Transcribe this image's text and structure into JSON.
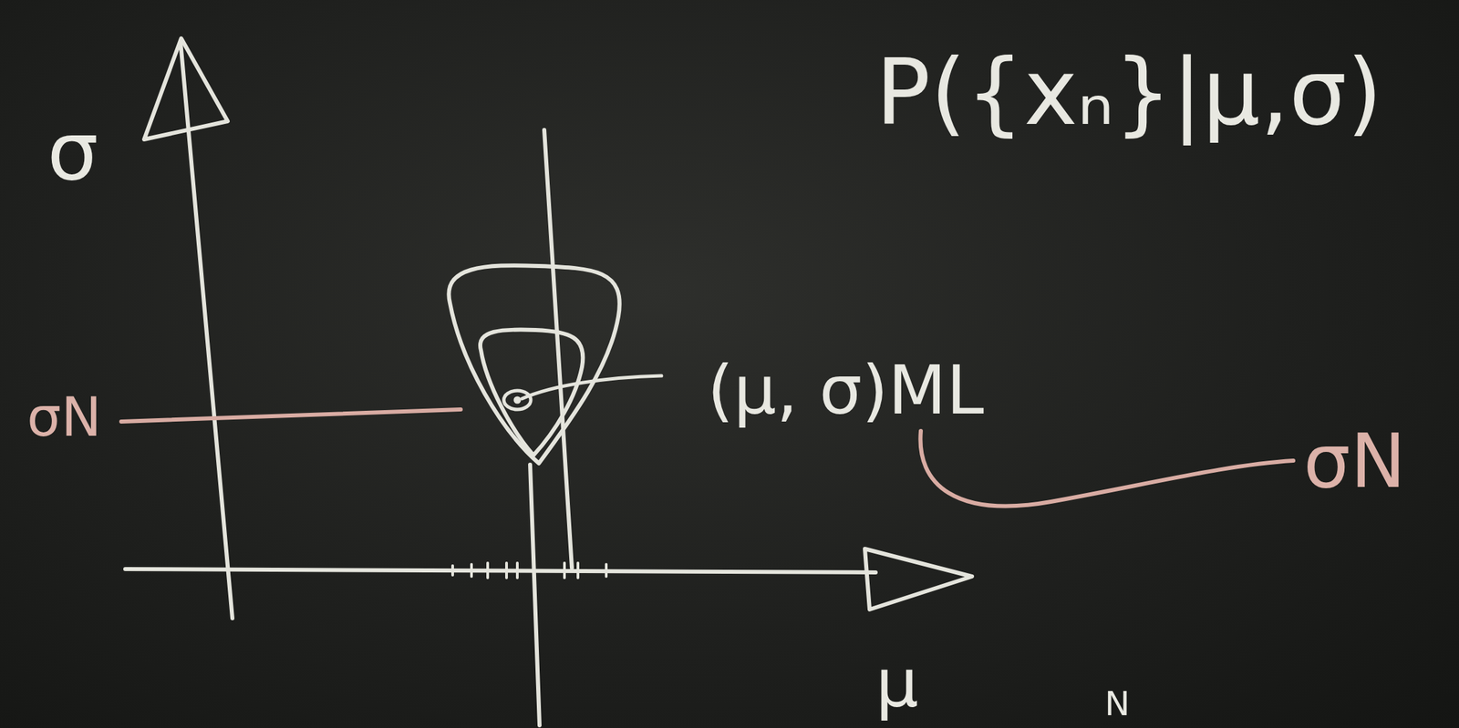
{
  "diagram": {
    "labels": [
      "P({xₙ}|μ,σ)",
      "σ",
      "σN",
      "(μ, σ)ML",
      "σN",
      "μ",
      "N"
    ]
  }
}
